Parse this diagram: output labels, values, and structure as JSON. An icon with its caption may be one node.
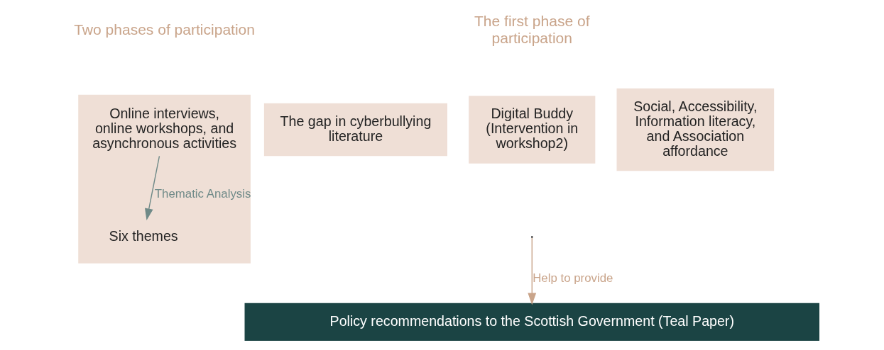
{
  "diagram": {
    "nodes": [
      {
        "text": [],
        "shape": "box",
        "beside": [
          "Two phases of participation"
        ]
      },
      {
        "text": [
          "Online interviews, online workshops, and asynchronous activities"
        ],
        "in": 0
      },
      {
        "text": [
          "Six themes"
        ],
        "in": 0
      },
      {
        "text": [
          "The gap in cyberbullying literature"
        ]
      },
      {
        "text": [
          "Digital Buddy (Intervention in workshop2)"
        ],
        "beside": [
          "The first phase of participation"
        ]
      },
      {
        "text": [
          "Social, Accessibility, Information literacy, and Association affordance"
        ]
      },
      {
        "text": [
          "Policy recommendations to the Scottish Government (Teal Paper)"
        ]
      }
    ],
    "edges": [
      {
        "from": 1,
        "to": 2,
        "arrow": "to",
        "label": "Thematic Analysis",
        "color": "#6f8a88"
      },
      {
        "from": null,
        "to": 6,
        "arrow": "to",
        "label": "Help to provide",
        "color": "#c9a48a"
      }
    ]
  }
}
